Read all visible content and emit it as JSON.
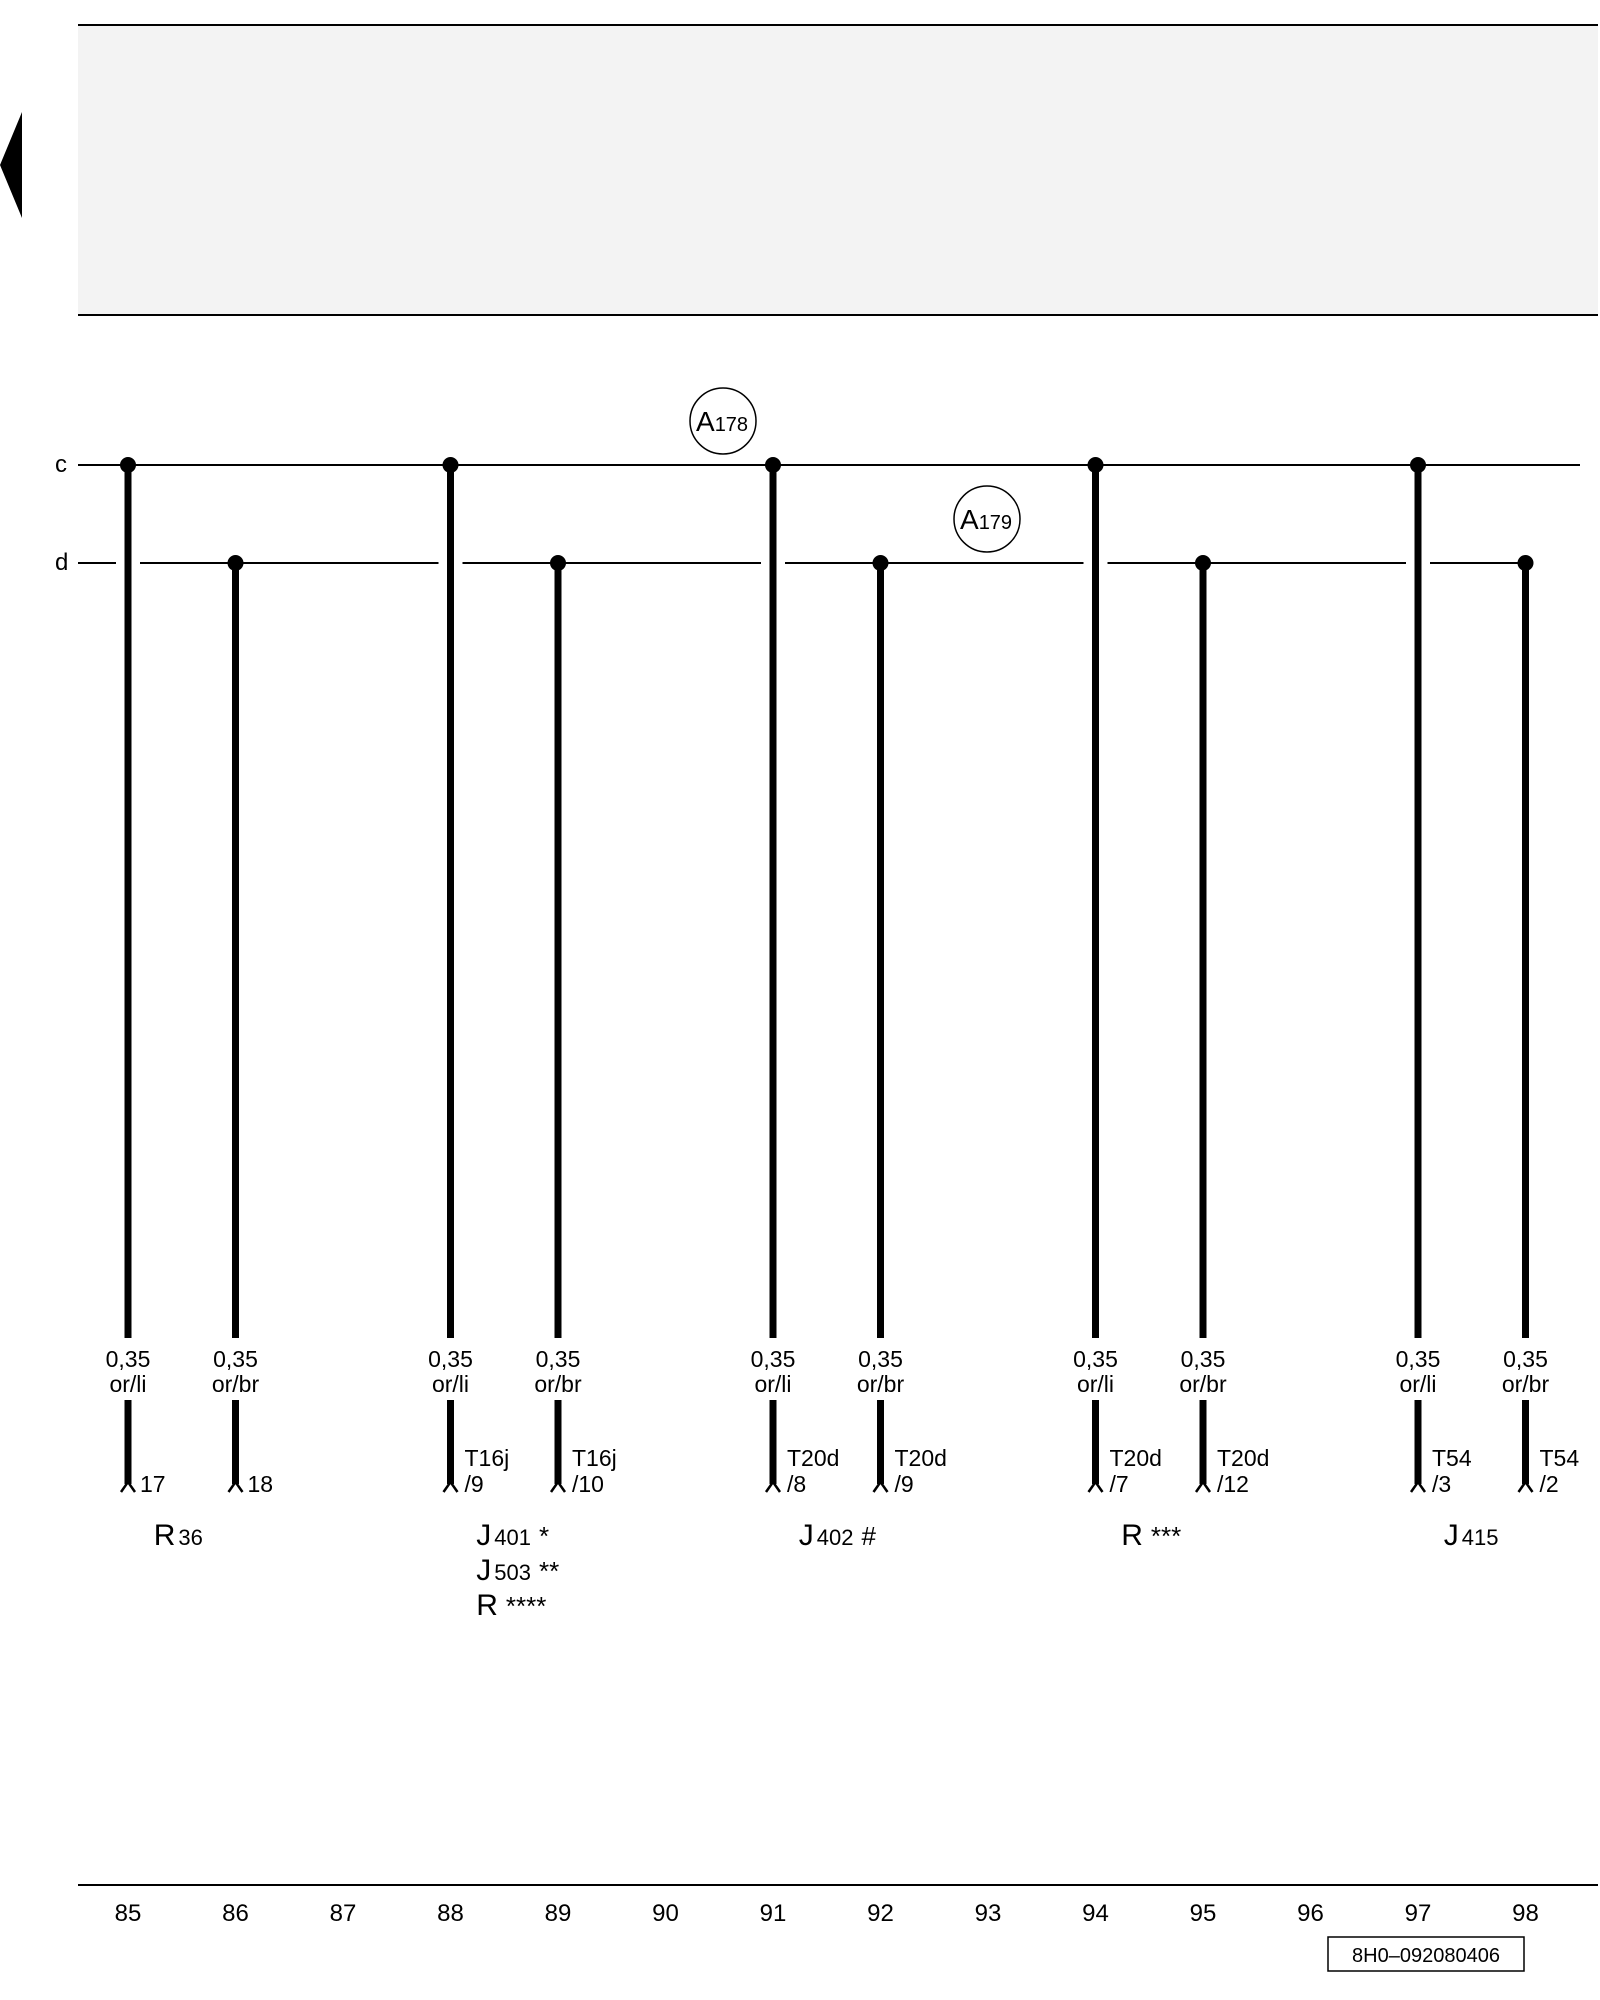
{
  "header_box": {
    "fill": "#f3f3f3"
  },
  "buses": [
    {
      "label": "c"
    },
    {
      "label": "d"
    }
  ],
  "splices": [
    {
      "letter": "A",
      "number": "178",
      "bus": "c"
    },
    {
      "letter": "A",
      "number": "179",
      "bus": "d"
    }
  ],
  "wires": [
    {
      "track": 85,
      "bus": "c",
      "size": "0,35",
      "color": "or/li",
      "pin": "17",
      "pin_top": ""
    },
    {
      "track": 86,
      "bus": "d",
      "size": "0,35",
      "color": "or/br",
      "pin": "18",
      "pin_top": ""
    },
    {
      "track": 88,
      "bus": "c",
      "size": "0,35",
      "color": "or/li",
      "pin": "/9",
      "pin_top": "T16j"
    },
    {
      "track": 89,
      "bus": "d",
      "size": "0,35",
      "color": "or/br",
      "pin": "/10",
      "pin_top": "T16j"
    },
    {
      "track": 91,
      "bus": "c",
      "size": "0,35",
      "color": "or/li",
      "pin": "/8",
      "pin_top": "T20d"
    },
    {
      "track": 92,
      "bus": "d",
      "size": "0,35",
      "color": "or/br",
      "pin": "/9",
      "pin_top": "T20d"
    },
    {
      "track": 94,
      "bus": "c",
      "size": "0,35",
      "color": "or/li",
      "pin": "/7",
      "pin_top": "T20d"
    },
    {
      "track": 95,
      "bus": "d",
      "size": "0,35",
      "color": "or/br",
      "pin": "/12",
      "pin_top": "T20d"
    },
    {
      "track": 97,
      "bus": "c",
      "size": "0,35",
      "color": "or/li",
      "pin": "/3",
      "pin_top": "T54"
    },
    {
      "track": 98,
      "bus": "d",
      "size": "0,35",
      "color": "or/br",
      "pin": "/2",
      "pin_top": "T54"
    }
  ],
  "components": [
    {
      "track": 85.5,
      "lines": [
        {
          "letter": "R",
          "sub": "36",
          "mark": ""
        }
      ]
    },
    {
      "track": 88.5,
      "lines": [
        {
          "letter": "J",
          "sub": "401",
          "mark": "*"
        },
        {
          "letter": "J",
          "sub": "503",
          "mark": "**"
        },
        {
          "letter": "R",
          "sub": "",
          "mark": "****"
        }
      ]
    },
    {
      "track": 91.5,
      "lines": [
        {
          "letter": "J",
          "sub": "402",
          "mark": "#"
        }
      ]
    },
    {
      "track": 94.5,
      "lines": [
        {
          "letter": "R",
          "sub": "",
          "mark": "***"
        }
      ]
    },
    {
      "track": 97.5,
      "lines": [
        {
          "letter": "J",
          "sub": "415",
          "mark": ""
        }
      ]
    }
  ],
  "tracks": [
    "85",
    "86",
    "87",
    "88",
    "89",
    "90",
    "91",
    "92",
    "93",
    "94",
    "95",
    "96",
    "97",
    "98"
  ],
  "doc_number": "8H0–092080406"
}
